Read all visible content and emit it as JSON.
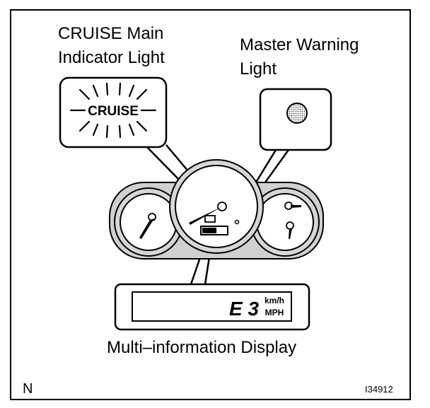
{
  "labels": {
    "cruise_main_line1": "CRUISE Main",
    "cruise_main_line2": "Indicator Light",
    "master_warning_line1": "Master Warning",
    "master_warning_line2": "Light",
    "cruise_lamp_text": "CRUISE",
    "multi_info_display": "Multi–information Display",
    "display_code": "E 3",
    "unit_top": "km/h",
    "unit_bottom": "MPH",
    "corner_left": "N",
    "figure_id": "I34912"
  },
  "colors": {
    "ink": "#000000",
    "paper": "#ffffff",
    "cluster_fill": "#d4d4d4",
    "warning_lamp": "#a8a8a8"
  }
}
